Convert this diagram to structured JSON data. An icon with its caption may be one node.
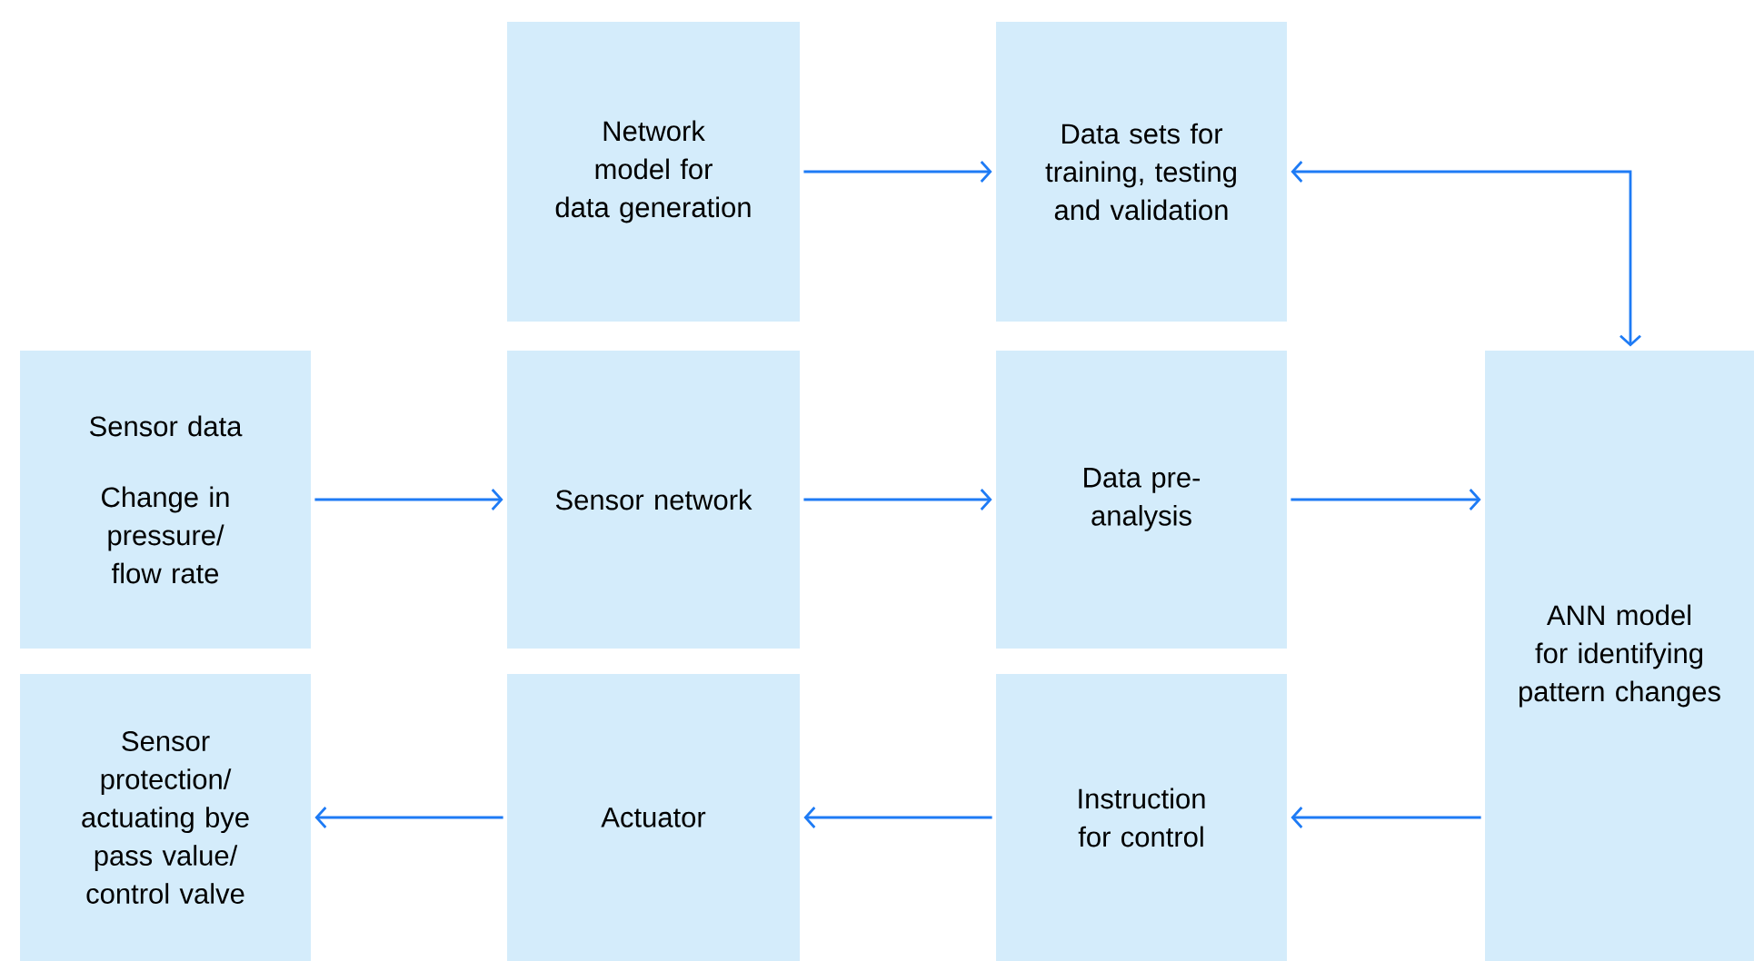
{
  "diagram": {
    "nodes": [
      {
        "text": [
          "Network model for data generation"
        ]
      },
      {
        "text": [
          "Data sets for training, testing and validation"
        ]
      },
      {
        "text": [
          "Sensor data",
          "Change in pressure/ flow rate"
        ]
      },
      {
        "text": [
          "Sensor network"
        ]
      },
      {
        "text": [
          "Data pre-analysis"
        ]
      },
      {
        "text": [
          "ANN model for identifying pattern changes"
        ]
      },
      {
        "text": [
          "Sensor protection/ actuating bye pass value/ control valve"
        ]
      },
      {
        "text": [
          "Actuator"
        ]
      },
      {
        "text": [
          "Instruction for control"
        ]
      }
    ],
    "edges": [
      {
        "from": 0,
        "to": 1,
        "arrow": "to"
      },
      {
        "from": 1,
        "to": 5,
        "arrow": "both"
      },
      {
        "from": 2,
        "to": 3,
        "arrow": "to"
      },
      {
        "from": 3,
        "to": 4,
        "arrow": "to"
      },
      {
        "from": 4,
        "to": 5,
        "arrow": "to"
      },
      {
        "from": 5,
        "to": 8,
        "arrow": "to"
      },
      {
        "from": 8,
        "to": 7,
        "arrow": "to"
      },
      {
        "from": 7,
        "to": 6,
        "arrow": "to"
      }
    ]
  }
}
